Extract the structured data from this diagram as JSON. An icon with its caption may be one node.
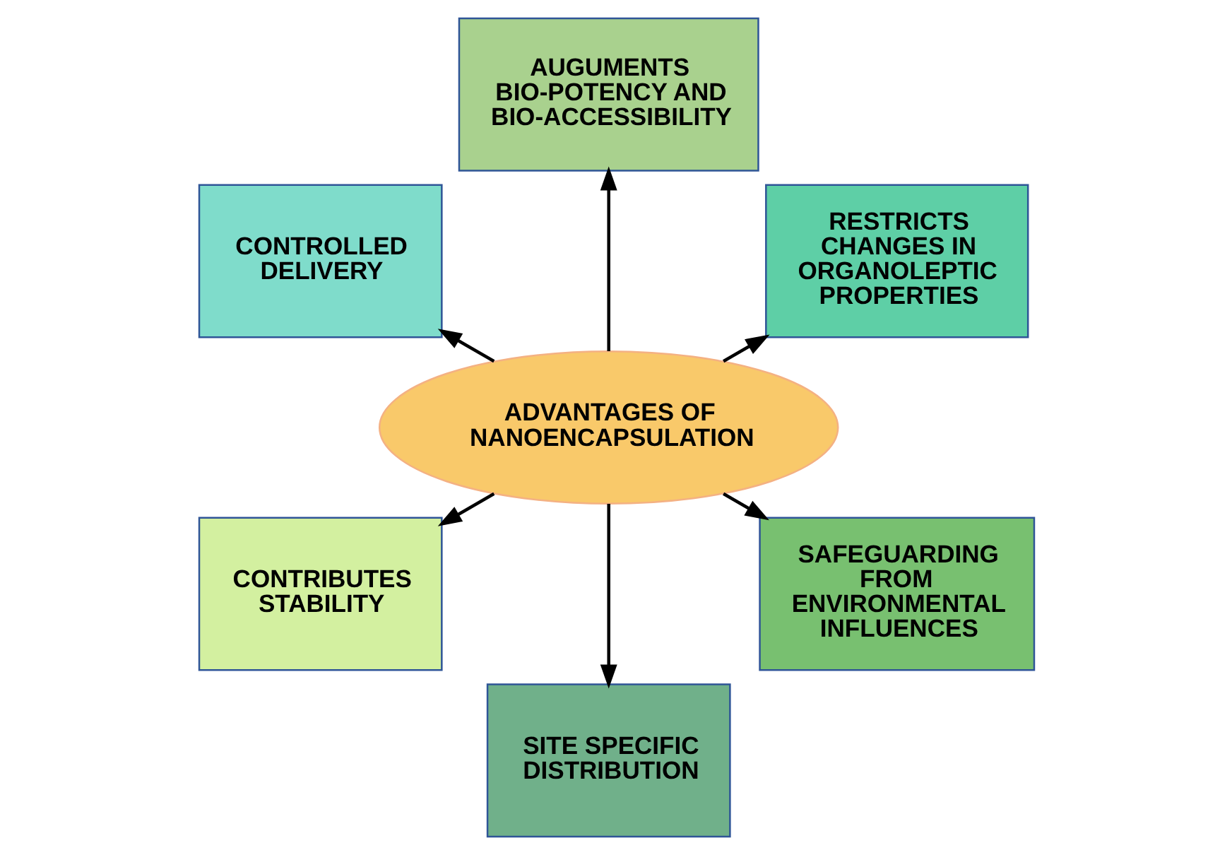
{
  "diagram": {
    "nodes": [
      {
        "text": [
          "ADVANTAGES OF NANOENCAPSULATION"
        ]
      },
      {
        "text": [
          "RESTRICTS CHANGES IN ORGANOLEPTIC PROPERTIES"
        ]
      },
      {
        "text": [
          "AUGUMENTS BIO-POTENCY AND BIO-ACCESSIBILITY"
        ]
      },
      {
        "text": [
          "CONTROLLED DELIVERY"
        ]
      },
      {
        "text": [
          "CONTRIBUTES STABILITY"
        ]
      },
      {
        "text": [
          "SITE SPECIFIC DISTRIBUTION"
        ]
      },
      {
        "text": [
          "SAFEGUARDING FROM ENVIRONMENTAL INFLUENCES"
        ]
      }
    ],
    "edges": [
      {
        "from": 0,
        "to": 1,
        "arrow": "to"
      },
      {
        "from": 0,
        "to": 2,
        "arrow": "to"
      },
      {
        "from": 0,
        "to": 3,
        "arrow": "to"
      },
      {
        "from": 0,
        "to": 4,
        "arrow": "to"
      },
      {
        "from": 0,
        "to": 5,
        "arrow": "to"
      },
      {
        "from": 0,
        "to": 6,
        "arrow": "to"
      }
    ]
  }
}
